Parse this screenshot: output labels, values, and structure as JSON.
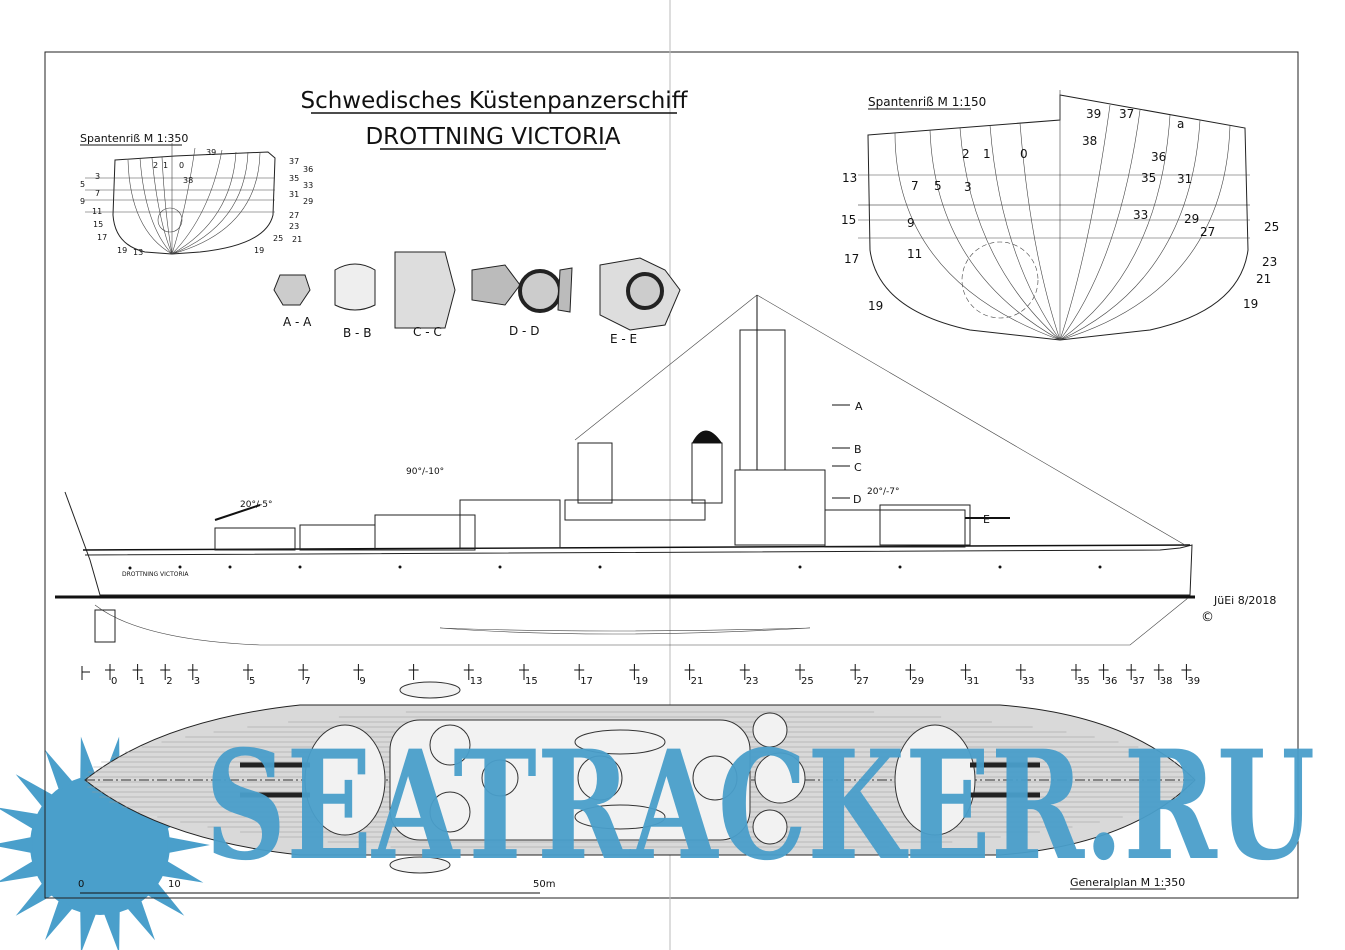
{
  "title": {
    "line1": "Schwedisches Küstenpanzerschiff",
    "line2": "DROTTNING VICTORIA"
  },
  "body_plan_small": {
    "label": "Spantenriß M 1:350",
    "numbers": [
      "39",
      "2",
      "1",
      "0",
      "38",
      "3",
      "5",
      "7",
      "9",
      "11",
      "15",
      "17",
      "19",
      "13",
      "37",
      "36",
      "35",
      "33",
      "31",
      "29",
      "27",
      "23",
      "21",
      "25",
      "19"
    ]
  },
  "body_plan_large": {
    "label": "Spantenriß M 1:150",
    "numbers": [
      "39",
      "37",
      "a",
      "38",
      "2",
      "1",
      "0",
      "36",
      "13",
      "7",
      "5",
      "3",
      "35",
      "31",
      "15",
      "9",
      "33",
      "29",
      "25",
      "27",
      "17",
      "11",
      "23",
      "21",
      "19",
      "19"
    ]
  },
  "sections": [
    "A - A",
    "B - B",
    "C - C",
    "D - D",
    "E - E"
  ],
  "profile": {
    "section_marks": [
      "A",
      "B",
      "C",
      "D",
      "E"
    ],
    "angles": [
      "90°/-10°",
      "20°/-5°",
      "20°/-7°"
    ],
    "hull_name": "DROTTNING VICTORIA",
    "signature": "JüEi 8/2018",
    "copyright": "©"
  },
  "frames": [
    0,
    1,
    2,
    3,
    5,
    7,
    9,
    13,
    15,
    17,
    19,
    21,
    23,
    25,
    27,
    29,
    31,
    33,
    35,
    36,
    37,
    38,
    39
  ],
  "plan": {
    "label": "Generalplan M 1:350",
    "scale": [
      "0",
      "10",
      "50m"
    ]
  },
  "watermark": "SEATRACKER.RU",
  "colors": {
    "watermark": "#4a9fcb",
    "ink": "#111111"
  }
}
